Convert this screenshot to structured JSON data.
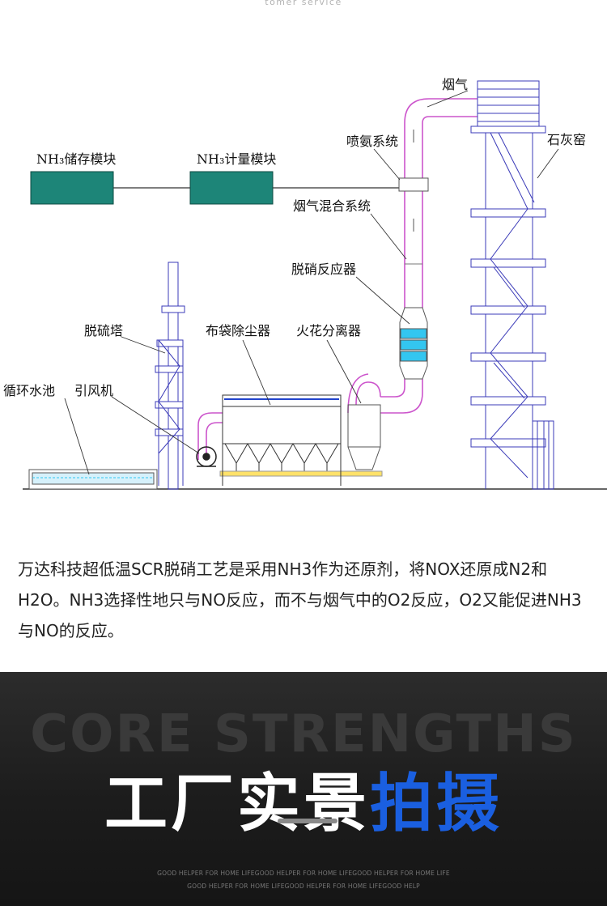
{
  "header": {
    "caption": "tomer service"
  },
  "diagram": {
    "labels": {
      "nh3_storage": "NH₃储存模块",
      "nh3_metering": "NH₃计量模块",
      "ammonia_spray": "喷氨系统",
      "flue_gas": "烟气",
      "lime_kiln": "石灰窑",
      "flue_mixing": "烟气混合系统",
      "denitration_reactor": "脱硝反应器",
      "desulfurization_tower": "脱硫塔",
      "bag_filter": "布袋除尘器",
      "spark_separator": "火花分离器",
      "circulating_pool": "循环水池",
      "induced_fan": "引风机"
    }
  },
  "description": "万达科技超低温SCR脱硝工艺是采用NH3作为还原剂，将NOX还原成N2和H2O。NH3选择性地只与NO反应，而不与烟气中的O2反应，O2又能促进NH3与NO的反应。",
  "section": {
    "bg_word": "CORE STRENGTHS",
    "title_white": "工厂实景",
    "title_blue": "拍摄",
    "small_line1": "GOOD HELPER FOR HOME LIFEGOOD HELPER FOR HOME LIFEGOOD HELPER FOR HOME LIFE",
    "small_line2": "GOOD HELPER FOR HOME LIFEGOOD HELPER FOR HOME LIFEGOOD HELP"
  },
  "colors": {
    "module_teal": "#1d8578",
    "pipe_magenta": "#cc55cc",
    "reactor_cyan": "#33c6f0",
    "accent_blue": "#1a5fe0"
  }
}
